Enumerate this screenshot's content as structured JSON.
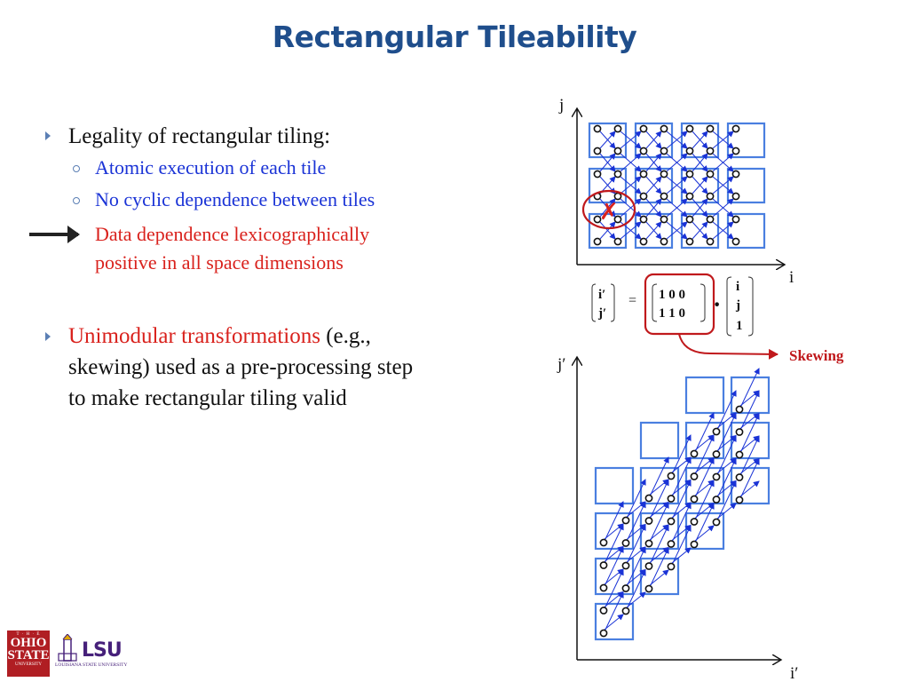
{
  "slide": {
    "title": "Rectangular Tileability",
    "bullets": [
      {
        "text": "Legality of rectangular tiling:",
        "sub": [
          "Atomic execution of each tile",
          "No cyclic dependence between tiles",
          "Data dependence lexicographically",
          "positive in all space dimensions"
        ]
      },
      {
        "text_red": "Unimodular transformations",
        "text_rest": " (e.g.,",
        "line2": "skewing) used as a pre-processing step",
        "line3": "to make rectangular tiling valid"
      }
    ]
  },
  "top_diagram": {
    "axis_x": "i",
    "axis_y": "j",
    "violation_mark": "✗"
  },
  "matrix_equation": {
    "lhs": [
      "i′",
      "j′"
    ],
    "equals": "=",
    "matrix_rows": [
      "1 0 0",
      "1 1 0"
    ],
    "dot": "·",
    "rhs": [
      "i",
      "j",
      "1"
    ],
    "label": "Skewing"
  },
  "bottom_diagram": {
    "axis_x": "i′",
    "axis_y": "j′"
  },
  "logos": {
    "osu_small": "T · H · E",
    "osu_line1": "OHIO",
    "osu_line2": "STATE",
    "osu_uni": "UNIVERSITY",
    "lsu": "LSU",
    "lsu_sub": "LOUISIANA STATE UNIVERSITY"
  },
  "colors": {
    "title": "#1f4e8c",
    "tile_border": "#4a7fe0",
    "arrow_blue": "#1a33d6",
    "accent_red": "#c0191c",
    "bullet": "#5b7fb4"
  }
}
